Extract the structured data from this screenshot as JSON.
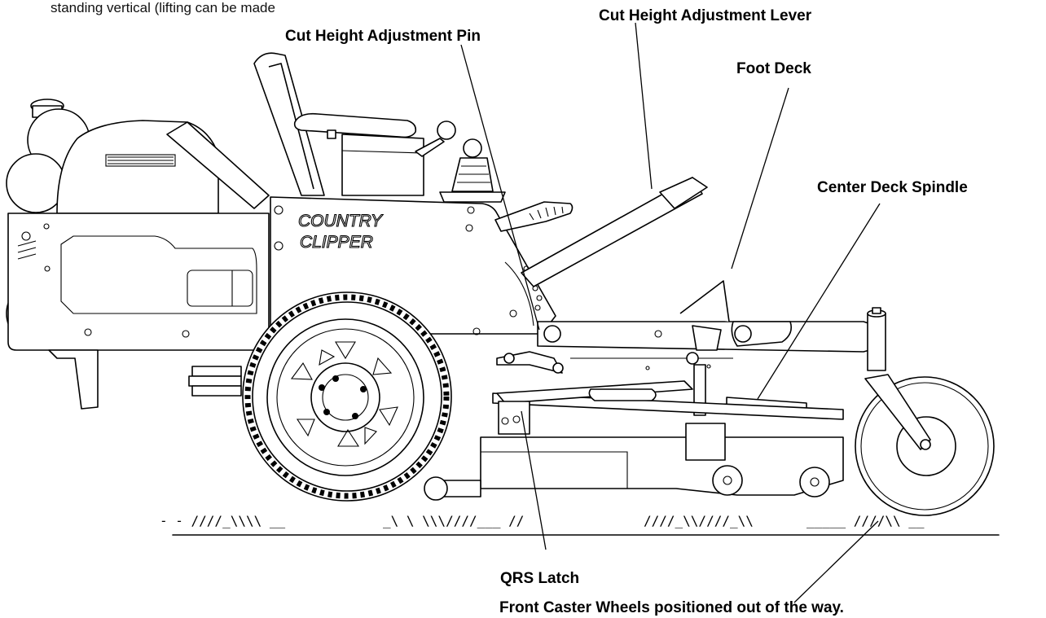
{
  "caption": "standing vertical (lifting can be made",
  "brand_line1": "COUNTRY",
  "brand_line2": "CLIPPER",
  "labels": {
    "cut_height_pin": "Cut Height Adjustment Pin",
    "cut_height_lever": "Cut Height Adjustment Lever",
    "foot_deck": "Foot Deck",
    "center_deck_spindle": "Center Deck Spindle",
    "qrs_latch": "QRS Latch",
    "front_caster": "Front Caster Wheels positioned out of the way."
  }
}
